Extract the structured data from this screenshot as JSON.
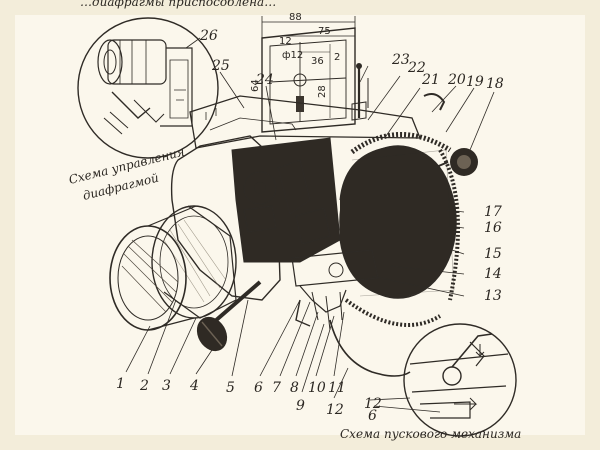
{
  "diagram": {
    "top_partial_text": "…диафрагмы приспособлена…",
    "captions": {
      "diaphragm_scheme_line1": "Схема управления",
      "diaphragm_scheme_line2": "диафрагмой",
      "trigger_scheme": "Схема пускового механизма"
    },
    "dimensions": {
      "d88": "88",
      "d75": "75",
      "d12": "12",
      "phi12": "ф12",
      "d36": "36",
      "d2": "2",
      "d64": "64",
      "d28": "28"
    },
    "part_numbers": {
      "n1": "1",
      "n2": "2",
      "n3": "3",
      "n4": "4",
      "n5": "5",
      "n6": "6",
      "n7": "7",
      "n8": "8",
      "n9": "9",
      "n10": "10",
      "n11": "11",
      "n12": "12",
      "n13": "13",
      "n14": "14",
      "n15": "15",
      "n16": "16",
      "n17": "17",
      "n18": "18",
      "n19": "19",
      "n20": "20",
      "n21": "21",
      "n22": "22",
      "n23": "23",
      "n24": "24",
      "n25": "25",
      "n26": "26",
      "inset_12": "12",
      "inset_6": "6"
    }
  }
}
